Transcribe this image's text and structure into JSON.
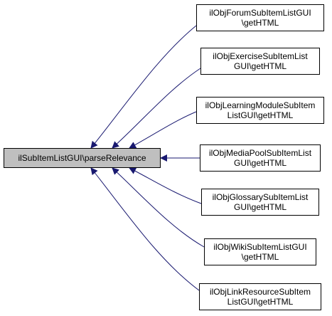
{
  "root": {
    "label": "ilSubItemListGUI\\parseRelevance"
  },
  "callers": [
    {
      "line1": "ilObjForumSubItemListGUI",
      "line2": "\\getHTML"
    },
    {
      "line1": "ilObjExerciseSubItemList",
      "line2": "GUI\\getHTML"
    },
    {
      "line1": "ilObjLearningModuleSubItem",
      "line2": "ListGUI\\getHTML"
    },
    {
      "line1": "ilObjMediaPoolSubItemList",
      "line2": "GUI\\getHTML"
    },
    {
      "line1": "ilObjGlossarySubItemList",
      "line2": "GUI\\getHTML"
    },
    {
      "line1": "ilObjWikiSubItemListGUI",
      "line2": "\\getHTML"
    },
    {
      "line1": "ilObjLinkResourceSubItem",
      "line2": "ListGUI\\getHTML"
    }
  ],
  "colors": {
    "edge": "#191970",
    "root_fill": "#bfbfbf",
    "node_border": "#000000"
  }
}
